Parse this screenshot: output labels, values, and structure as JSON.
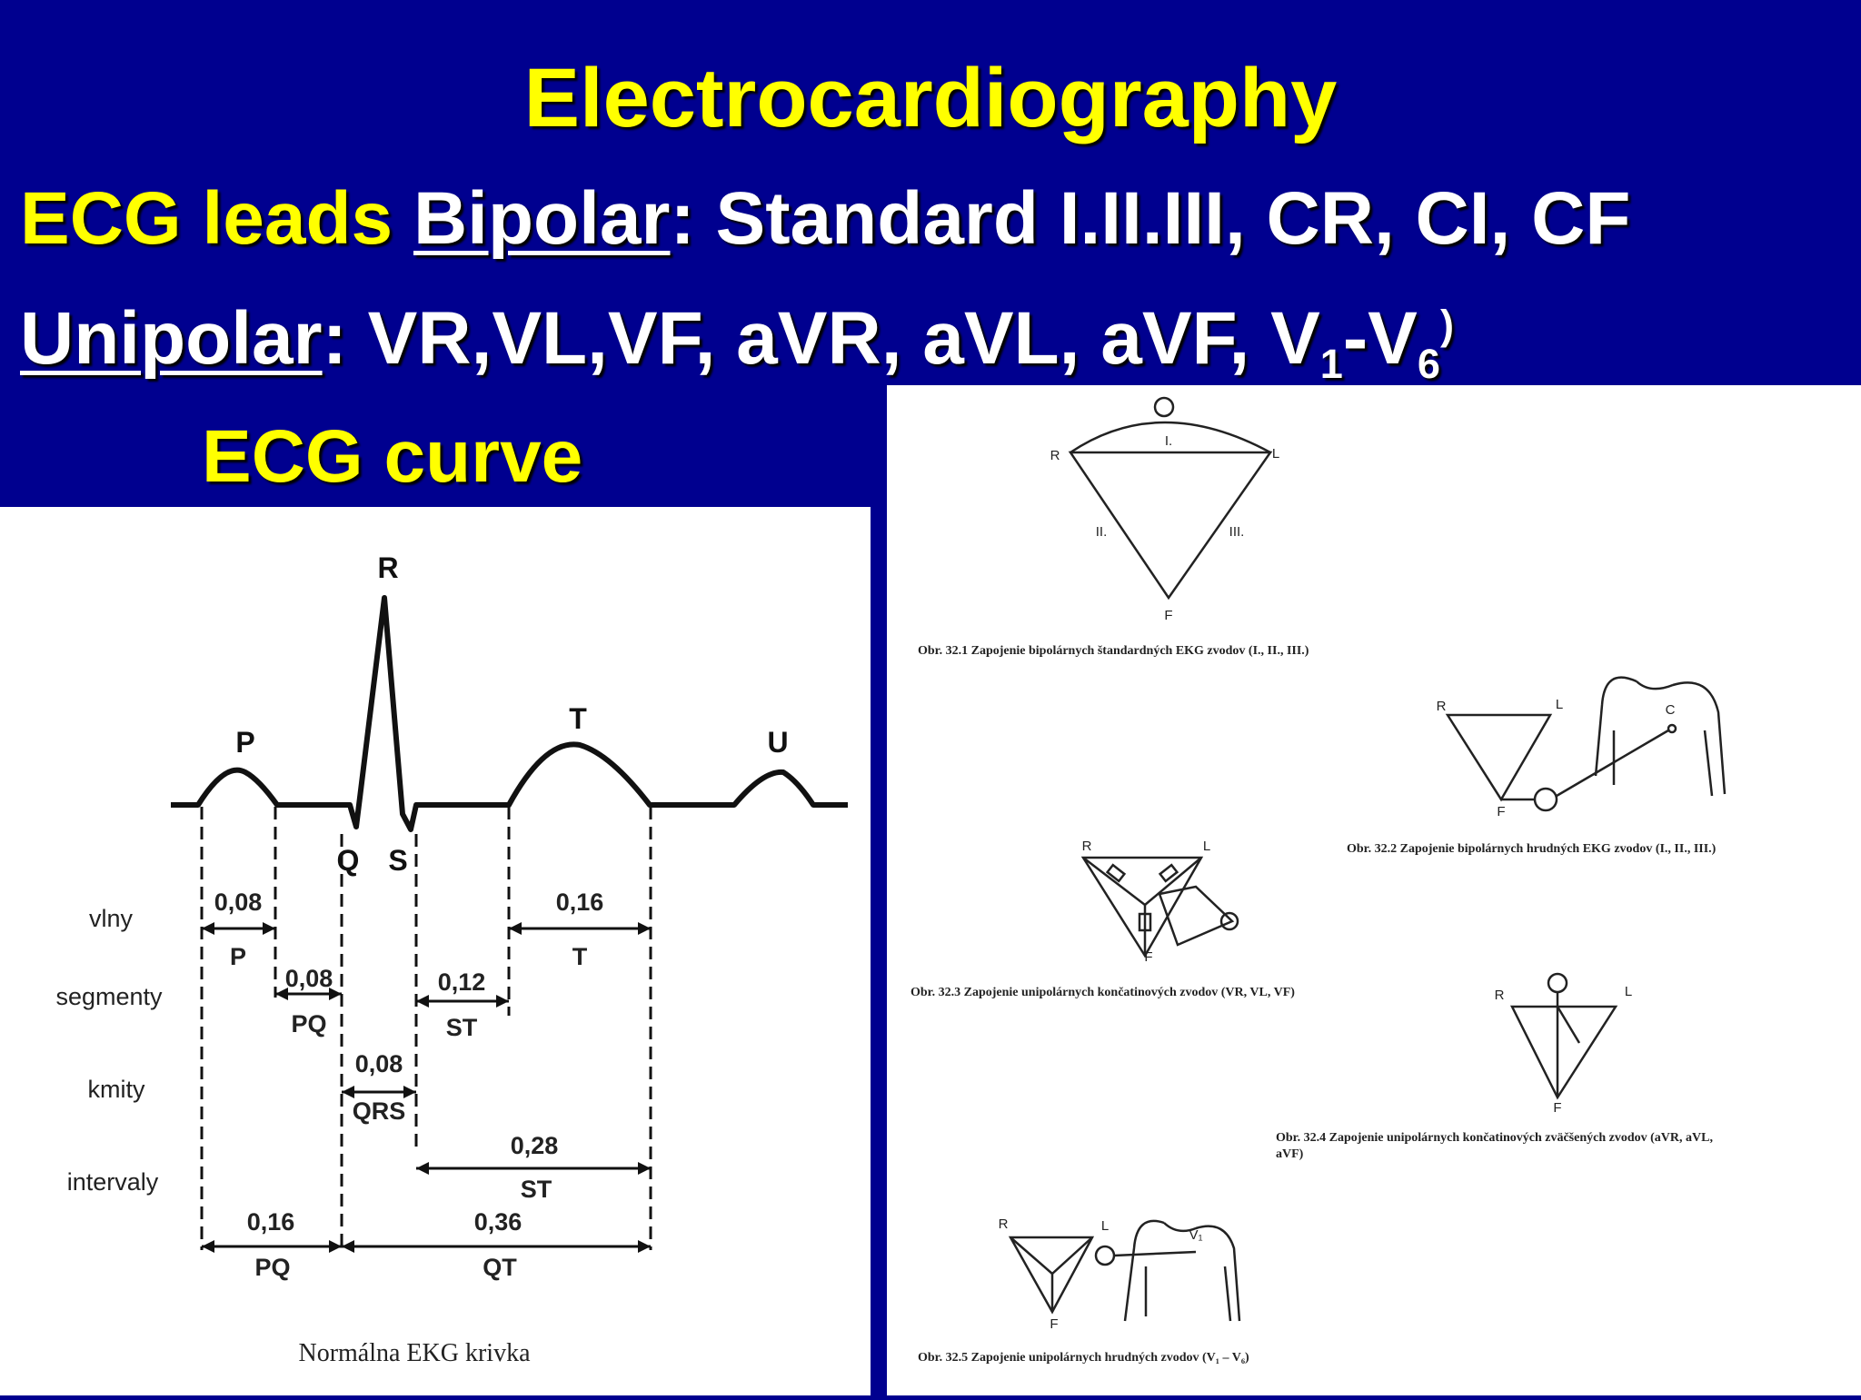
{
  "slide": {
    "title": "Electrocardiography",
    "leads_label": "ECG leads",
    "bipolar_label": "Bipolar",
    "bipolar_list": ": Standard I.II.III,  CR, CI, CF",
    "unipolar_label": "Unipolar",
    "unipolar_list_prefix": ": VR,VL,VF, aVR, aVL, aVF,  V",
    "unipolar_sub1": "1",
    "unipolar_dash": "-V",
    "unipolar_sub6": "6",
    "unipolar_sup": ")",
    "curve_heading": "ECG curve"
  },
  "colors": {
    "background": "#00008f",
    "heading": "#ffff00",
    "text": "#ffffff"
  },
  "ecg": {
    "waves": {
      "P": "P",
      "R": "R",
      "T": "T",
      "U": "U",
      "Q": "Q",
      "S": "S"
    },
    "rows": {
      "vlny": "vlny",
      "segmenty": "segmenty",
      "kmity": "kmity",
      "intervaly": "intervaly"
    },
    "measures": {
      "p_wave_value": "0,08",
      "p_wave_label": "P",
      "t_wave_value": "0,16",
      "t_wave_label": "T",
      "pq_segment_value": "0,08",
      "pq_segment_label": "PQ",
      "st_segment_value": "0,12",
      "st_segment_label": "ST",
      "qrs_value": "0,08",
      "qrs_label": "QRS",
      "st_interval_value": "0,28",
      "st_interval_label": "ST",
      "pq_interval_value": "0,16",
      "pq_interval_label": "PQ",
      "qt_interval_value": "0,36",
      "qt_interval_label": "QT"
    },
    "caption": "Normálna EKG krivka"
  },
  "leads": {
    "fig1": {
      "R": "R",
      "L": "L",
      "F": "F",
      "I": "I.",
      "II": "II.",
      "III": "III.",
      "caption": "Obr. 32.1 Zapojenie bipolárnych štandardných EKG zvodov (I., II., III.)"
    },
    "fig2": {
      "R": "R",
      "L": "L",
      "F": "F",
      "C": "C",
      "caption": "Obr. 32.2 Zapojenie bipolárnych hrudných EKG zvodov (I., II., III.)"
    },
    "fig3": {
      "R": "R",
      "L": "L",
      "F": "F",
      "caption": "Obr. 32.3 Zapojenie unipolárnych končatinových zvodov (VR, VL, VF)"
    },
    "fig4": {
      "R": "R",
      "L": "L",
      "F": "F",
      "caption_line1": "Obr. 32.4 Zapojenie unipolárnych končatinových zväčšených zvodov (aVR, aVL,",
      "caption_line2": "aVF)"
    },
    "fig5": {
      "R": "R",
      "L": "L",
      "F": "F",
      "V1": "V₁",
      "caption": "Obr. 32.5 Zapojenie unipolárnych hrudných zvodov (V₁ – V₆)"
    }
  }
}
